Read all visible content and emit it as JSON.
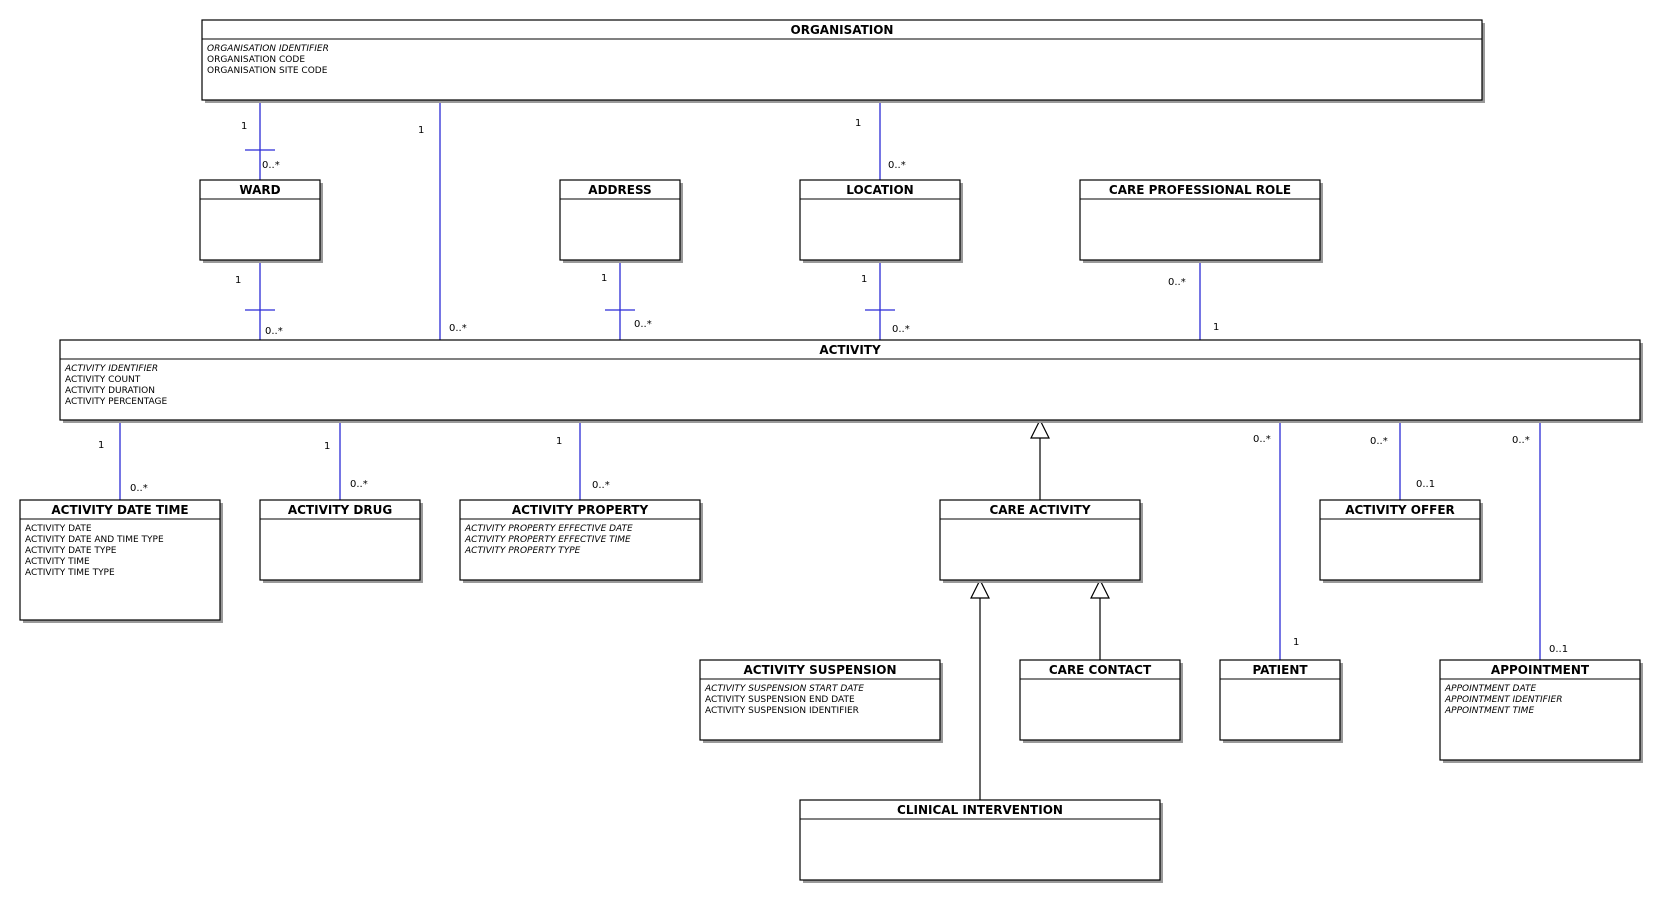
{
  "colors": {
    "association": "#2b2bd6",
    "generalization": "#000000",
    "box_border": "#000000"
  },
  "entities": {
    "organisation": {
      "name": "ORGANISATION",
      "attributes": [
        {
          "text": "ORGANISATION IDENTIFIER",
          "key": true
        },
        {
          "text": "ORGANISATION CODE",
          "key": false
        },
        {
          "text": "ORGANISATION SITE CODE",
          "key": false
        }
      ]
    },
    "ward": {
      "name": "WARD",
      "attributes": []
    },
    "address": {
      "name": "ADDRESS",
      "attributes": []
    },
    "location": {
      "name": "LOCATION",
      "attributes": []
    },
    "care_professional_role": {
      "name": "CARE PROFESSIONAL ROLE",
      "attributes": []
    },
    "activity": {
      "name": "ACTIVITY",
      "attributes": [
        {
          "text": "ACTIVITY IDENTIFIER",
          "key": true
        },
        {
          "text": "ACTIVITY COUNT",
          "key": false
        },
        {
          "text": "ACTIVITY DURATION",
          "key": false
        },
        {
          "text": "ACTIVITY PERCENTAGE",
          "key": false
        }
      ]
    },
    "activity_date_time": {
      "name": "ACTIVITY DATE TIME",
      "attributes": [
        {
          "text": "ACTIVITY DATE",
          "key": false
        },
        {
          "text": "ACTIVITY DATE AND TIME TYPE",
          "key": false
        },
        {
          "text": "ACTIVITY DATE TYPE",
          "key": false
        },
        {
          "text": "ACTIVITY TIME",
          "key": false
        },
        {
          "text": "ACTIVITY TIME TYPE",
          "key": false
        }
      ]
    },
    "activity_drug": {
      "name": "ACTIVITY DRUG",
      "attributes": []
    },
    "activity_property": {
      "name": "ACTIVITY PROPERTY",
      "attributes": [
        {
          "text": "ACTIVITY PROPERTY EFFECTIVE DATE",
          "key": true
        },
        {
          "text": "ACTIVITY PROPERTY EFFECTIVE TIME",
          "key": true
        },
        {
          "text": "ACTIVITY PROPERTY TYPE",
          "key": true
        }
      ]
    },
    "care_activity": {
      "name": "CARE ACTIVITY",
      "attributes": []
    },
    "activity_offer": {
      "name": "ACTIVITY OFFER",
      "attributes": []
    },
    "activity_suspension": {
      "name": "ACTIVITY SUSPENSION",
      "attributes": [
        {
          "text": "ACTIVITY SUSPENSION START DATE",
          "key": true
        },
        {
          "text": "ACTIVITY SUSPENSION END DATE",
          "key": false
        },
        {
          "text": "ACTIVITY SUSPENSION IDENTIFIER",
          "key": false
        }
      ]
    },
    "care_contact": {
      "name": "CARE CONTACT",
      "attributes": []
    },
    "patient": {
      "name": "PATIENT",
      "attributes": []
    },
    "appointment": {
      "name": "APPOINTMENT",
      "attributes": [
        {
          "text": "APPOINTMENT DATE",
          "key": true
        },
        {
          "text": "APPOINTMENT IDENTIFIER",
          "key": true
        },
        {
          "text": "APPOINTMENT TIME",
          "key": true
        }
      ]
    },
    "clinical_intervention": {
      "name": "CLINICAL INTERVENTION",
      "attributes": []
    }
  },
  "associations": [
    {
      "id": "org-ward",
      "from": "organisation",
      "to": "ward",
      "from_mult": "1",
      "to_mult": "0..*",
      "identifying": true
    },
    {
      "id": "org-activity",
      "from": "organisation",
      "to": "activity",
      "from_mult": "1",
      "to_mult": "0..*",
      "identifying": false
    },
    {
      "id": "org-location",
      "from": "organisation",
      "to": "location",
      "from_mult": "1",
      "to_mult": "0..*",
      "identifying": false
    },
    {
      "id": "ward-activity",
      "from": "ward",
      "to": "activity",
      "from_mult": "1",
      "to_mult": "0..*",
      "identifying": true
    },
    {
      "id": "address-activity",
      "from": "address",
      "to": "activity",
      "from_mult": "1",
      "to_mult": "0..*",
      "identifying": true
    },
    {
      "id": "location-activity",
      "from": "location",
      "to": "activity",
      "from_mult": "1",
      "to_mult": "0..*",
      "identifying": true
    },
    {
      "id": "cpr-activity",
      "from": "care_professional_role",
      "to": "activity",
      "from_mult": "0..*",
      "to_mult": "1",
      "identifying": false
    },
    {
      "id": "activity-adt",
      "from": "activity",
      "to": "activity_date_time",
      "from_mult": "1",
      "to_mult": "0..*",
      "identifying": false
    },
    {
      "id": "activity-drug",
      "from": "activity",
      "to": "activity_drug",
      "from_mult": "1",
      "to_mult": "0..*",
      "identifying": false
    },
    {
      "id": "activity-property",
      "from": "activity",
      "to": "activity_property",
      "from_mult": "1",
      "to_mult": "0..*",
      "identifying": false
    },
    {
      "id": "activity-patient",
      "from": "activity",
      "to": "patient",
      "from_mult": "0..*",
      "to_mult": "1",
      "identifying": false
    },
    {
      "id": "activity-offer",
      "from": "activity",
      "to": "activity_offer",
      "from_mult": "0..*",
      "to_mult": "0..1",
      "identifying": false
    },
    {
      "id": "activity-appointment",
      "from": "activity",
      "to": "appointment",
      "from_mult": "0..*",
      "to_mult": "0..1",
      "identifying": false
    }
  ],
  "generalizations": [
    {
      "id": "careactivity-activity",
      "child": "care_activity",
      "parent": "activity"
    },
    {
      "id": "carecontact-careactivity",
      "child": "care_contact",
      "parent": "care_activity"
    },
    {
      "id": "clinint-careactivity",
      "child": "clinical_intervention",
      "parent": "care_activity"
    }
  ]
}
